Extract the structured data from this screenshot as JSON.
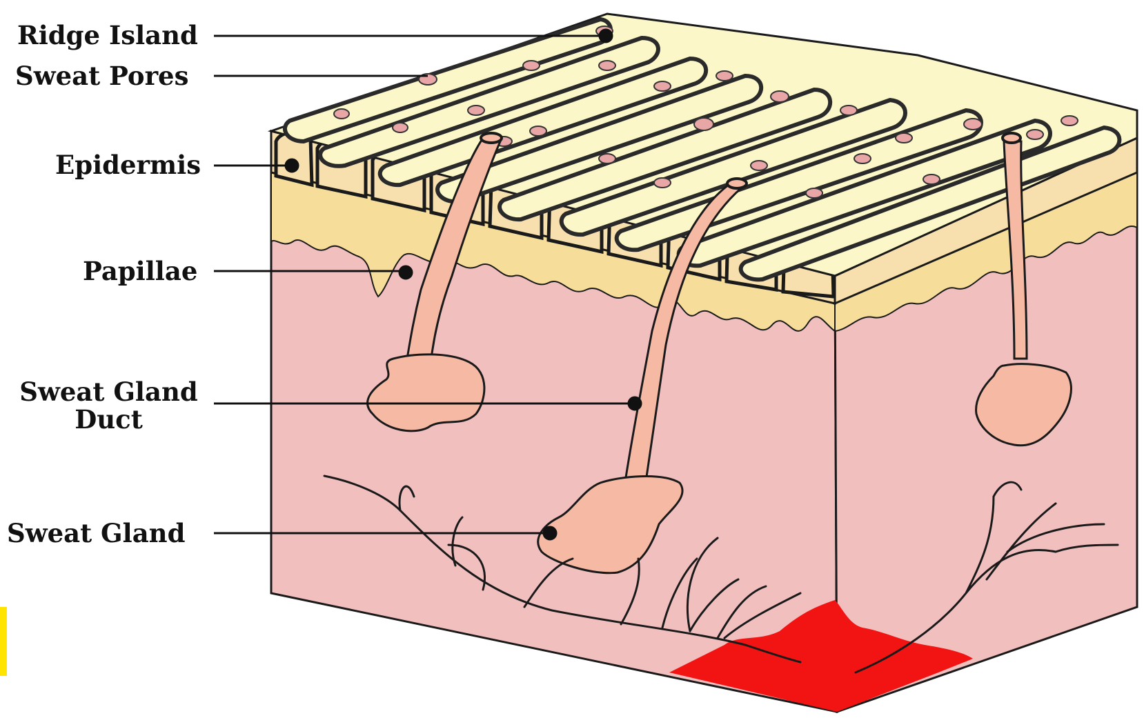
{
  "labels": {
    "ridge_island": "Ridge Island",
    "sweat_pores": "Sweat Pores",
    "epidermis": "Epidermis",
    "papillae": "Papillae",
    "sweat_gland_duct": "Sweat Gland\nDuct",
    "sweat_gland": "Sweat Gland"
  },
  "colors": {
    "ridge_top": "#fbf7c8",
    "epidermis_front": "#f7e0ad",
    "papillae_layer": "#f6dd9a",
    "dermis": "#f2bfbf",
    "gland": "#f5b9a4",
    "blood": "#f21313",
    "outline": "#1a1a1a"
  }
}
